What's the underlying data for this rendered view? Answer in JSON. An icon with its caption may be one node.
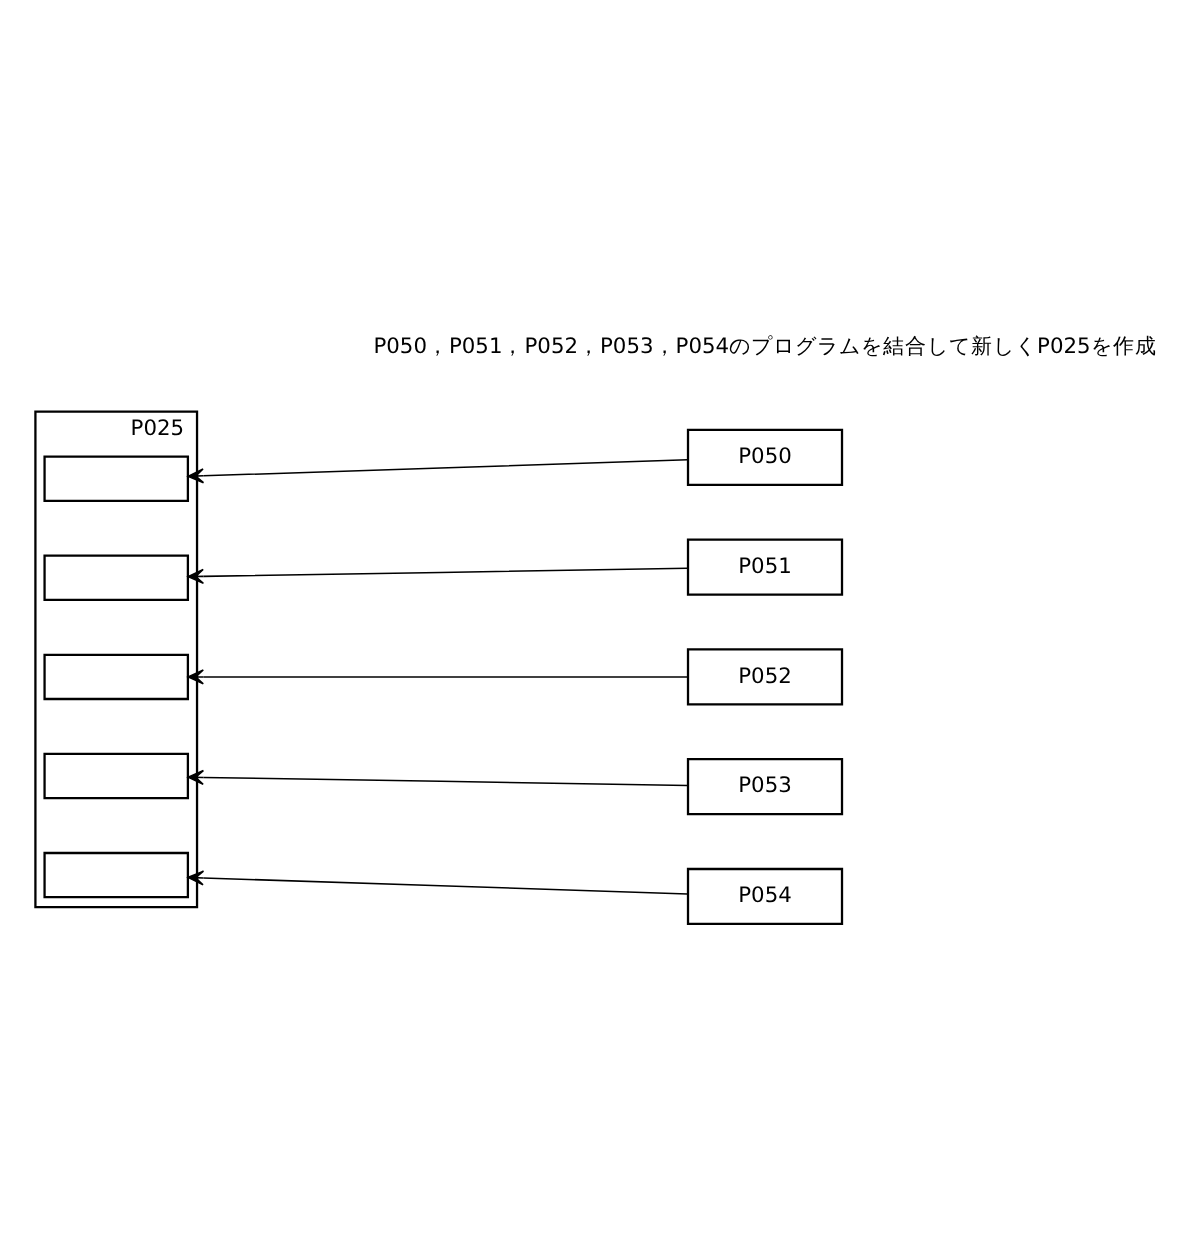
{
  "diagram": {
    "nodes": [
      {
        "text": [
          "P025"
        ]
      },
      {
        "text": [],
        "shape": "box",
        "in": 0
      },
      {
        "text": [],
        "shape": "box",
        "in": 0
      },
      {
        "text": [],
        "shape": "box",
        "in": 0
      },
      {
        "text": [],
        "shape": "box",
        "in": 0
      },
      {
        "text": [],
        "shape": "box",
        "in": 0
      },
      {
        "text": [
          "P050"
        ]
      },
      {
        "text": [
          "P051"
        ]
      },
      {
        "text": [
          "P052"
        ]
      },
      {
        "text": [
          "P053"
        ]
      },
      {
        "text": [
          "P054"
        ]
      }
    ],
    "edges": [
      {
        "from": 6,
        "to": 1,
        "arrow": "to"
      },
      {
        "from": 7,
        "to": 2,
        "arrow": "to"
      },
      {
        "from": 8,
        "to": 3,
        "arrow": "to"
      },
      {
        "from": 9,
        "to": 4,
        "arrow": "to"
      },
      {
        "from": 10,
        "to": 5,
        "arrow": "to"
      }
    ],
    "labels": [
      "P050，P051，P052，P053，P054のプログラムを結合して新しくP025を作成"
    ]
  }
}
